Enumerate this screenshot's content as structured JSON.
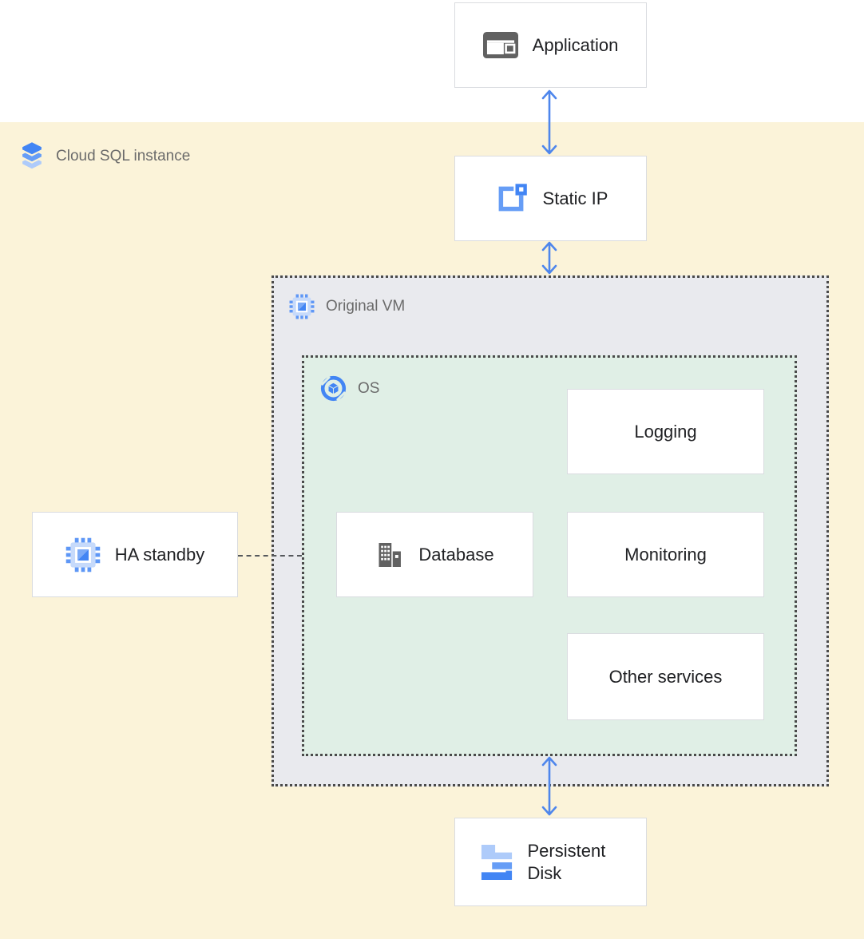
{
  "diagram": {
    "region_label": "Cloud SQL instance",
    "nodes": {
      "application": {
        "label": "Application"
      },
      "static_ip": {
        "label": "Static IP"
      },
      "original_vm": {
        "label": "Original VM"
      },
      "os": {
        "label": "OS"
      },
      "logging": {
        "label": "Logging"
      },
      "database": {
        "label": "Database"
      },
      "monitoring": {
        "label": "Monitoring"
      },
      "other_services": {
        "label": "Other services"
      },
      "ha_standby": {
        "label": "HA standby"
      },
      "persistent_disk": {
        "label": "Persistent Disk"
      }
    },
    "icons": {
      "cloud_sql": "cloud-sql-layers-icon",
      "application": "app-window-icon",
      "static_ip": "static-ip-square-icon",
      "original_vm": "compute-engine-chip-icon",
      "ha_standby": "compute-engine-chip-icon",
      "os": "os-cube-circle-icon",
      "database": "database-building-icon",
      "persistent_disk": "persistent-disk-steps-icon",
      "connectors": "bidirectional-arrow"
    },
    "colors": {
      "region_bg": "#FBF3D9",
      "vm_bg": "#E9EAEE",
      "os_bg": "#E0EFE6",
      "node_border": "#DADCE0",
      "dotted_border": "#4A4A4A",
      "arrow_blue": "#4E86EC",
      "node_text": "#202124",
      "container_label_text": "#6B6B6B",
      "icon_gray": "#616161",
      "blue_primary": "#4285F4",
      "blue_medium": "#669DF6",
      "blue_light": "#AECBFA"
    }
  }
}
